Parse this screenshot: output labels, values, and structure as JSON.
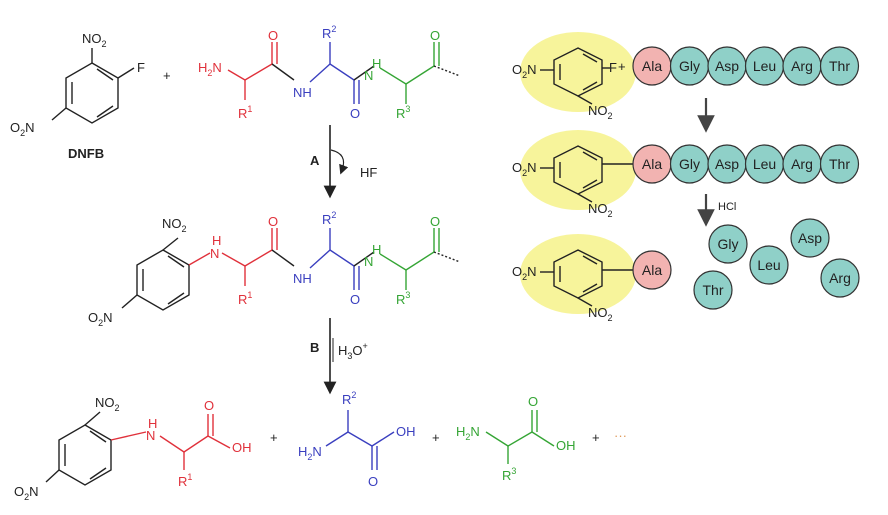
{
  "labels": {
    "dnfb": "DNFB",
    "no2": "NO",
    "sub2": "2",
    "o2n": "O",
    "n": "N",
    "f": "F",
    "h2n": "H",
    "nh": "NH",
    "h": "H",
    "o": "O",
    "oh": "OH",
    "r": "R",
    "r1": "1",
    "r2": "2",
    "r3": "3",
    "plus": "+",
    "step_a": "A",
    "hf": "HF",
    "step_b": "B",
    "h3o": "H",
    "h3o_sub": "3",
    "h3o_o": "O",
    "h3o_sup": "+",
    "hcl": "HCl",
    "dots": "···"
  },
  "peptide": {
    "residues": [
      "Ala",
      "Gly",
      "Asp",
      "Leu",
      "Arg",
      "Thr"
    ],
    "free_residues": [
      "Gly",
      "Asp",
      "Leu",
      "Thr",
      "Arg"
    ]
  },
  "colors": {
    "n_terminal": "#e0313b",
    "middle": "#3a3fbf",
    "c_side": "#35a535",
    "bead_fill": "#8fd0c8",
    "ala_fill": "#f2b3b1",
    "highlight": "#f4f07a"
  }
}
